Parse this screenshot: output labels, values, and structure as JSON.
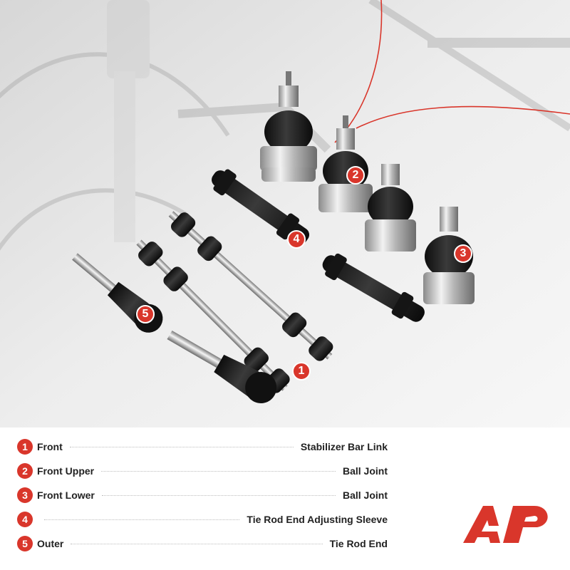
{
  "callouts": [
    "1",
    "2",
    "3",
    "4",
    "5"
  ],
  "legend": [
    {
      "num": "1",
      "position": "Front",
      "part": "Stabilizer Bar Link"
    },
    {
      "num": "2",
      "position": "Front Upper",
      "part": "Ball Joint"
    },
    {
      "num": "3",
      "position": "Front Lower",
      "part": "Ball Joint"
    },
    {
      "num": "4",
      "position": "",
      "part": "Tie Rod End Adjusting Sleeve"
    },
    {
      "num": "5",
      "position": "Outer",
      "part": "Tie Rod End"
    }
  ],
  "colors": {
    "accent": "#d9362b",
    "text": "#222222",
    "leader": "#bdbdbd"
  },
  "logo": "a-premium-logo"
}
